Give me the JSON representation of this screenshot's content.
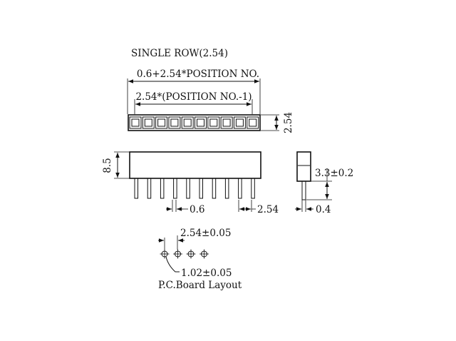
{
  "title": "SINGLE ROW(2.54)",
  "top_view": {
    "overall_dim": "0.6+2.54*POSITION NO.",
    "pitch_dim": "2.54*(POSITION NO.-1)",
    "height_dim": "2.54",
    "positions": 10
  },
  "front_view": {
    "height_dim": "8.5",
    "pin_width_dim": "0.6",
    "pitch_dim": "2.54",
    "pins": 10
  },
  "side_view": {
    "tail_dim": "3.3±0.2",
    "pin_dim": "0.4"
  },
  "pcb_layout": {
    "pitch_dim": "2.54±0.05",
    "hole_dim": "1.02±0.05",
    "caption": "P.C.Board Layout",
    "holes": 4
  },
  "colors": {
    "line": "#111111",
    "background": "#ffffff"
  }
}
